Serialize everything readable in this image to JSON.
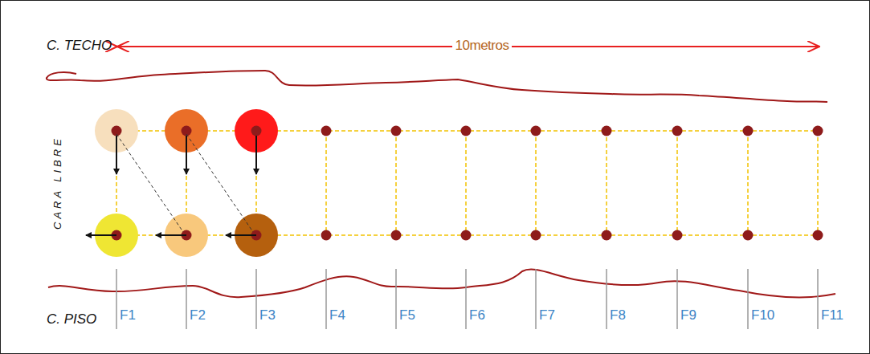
{
  "diagram": {
    "labels": [
      "C. TECHO",
      "10metros",
      "CARA LIBRE",
      "C. PISO",
      "F1",
      "F2",
      "F3",
      "F4",
      "F5",
      "F6",
      "F7",
      "F8",
      "F9",
      "F10",
      "F11"
    ]
  }
}
